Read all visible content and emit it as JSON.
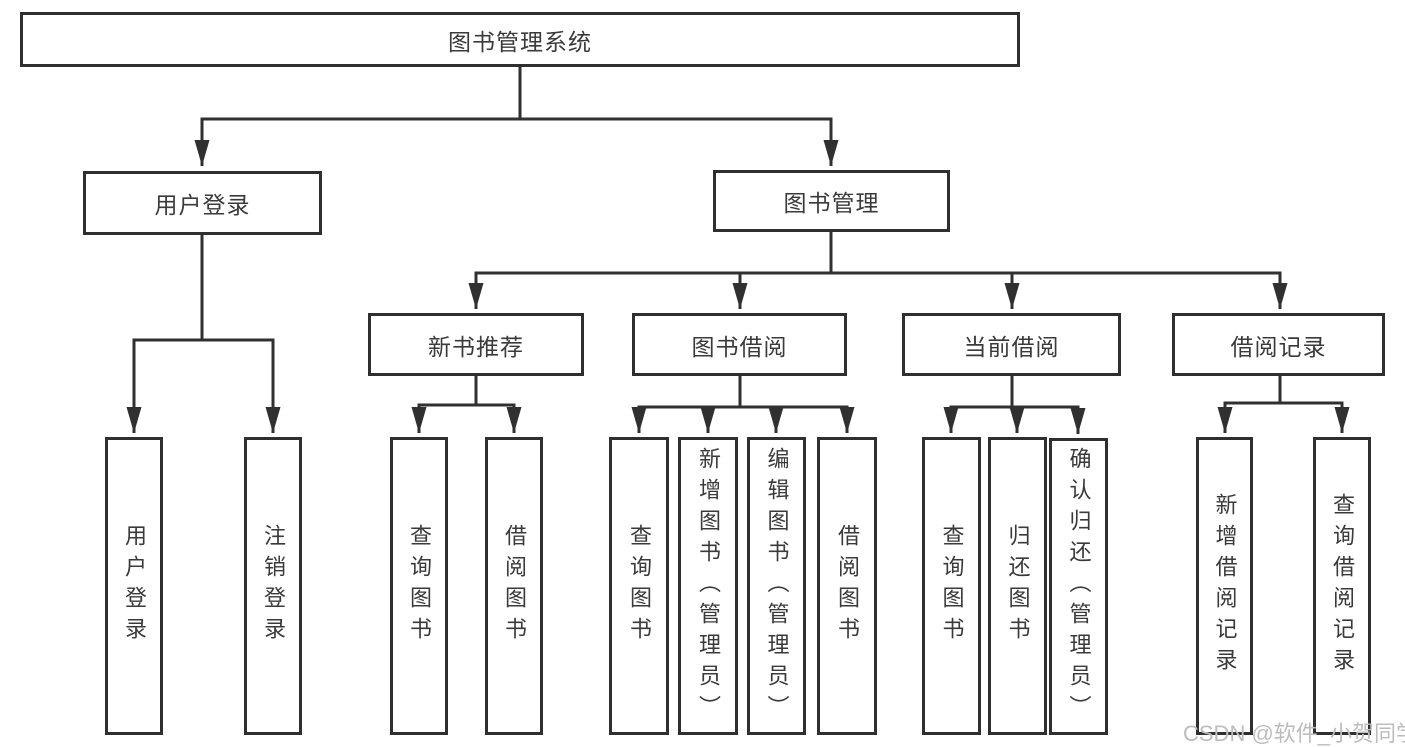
{
  "nodes": {
    "root": "图书管理系统",
    "user_login": "用户登录",
    "book_management": "图书管理",
    "new_book_recommend": "新书推荐",
    "book_borrow": "图书借阅",
    "current_borrow": "当前借阅",
    "borrow_record": "借阅记录",
    "leaf_user_login": "用户登录",
    "leaf_logout_login": "注销登录",
    "leaf_query_book_a": "查询图书",
    "leaf_borrow_book_a": "借阅图书",
    "leaf_query_book_b": "查询图书",
    "leaf_add_book_admin": "新增图书（管理员）",
    "leaf_edit_book_admin": "编辑图书（管理员）",
    "leaf_borrow_book_b": "借阅图书",
    "leaf_query_book_c": "查询图书",
    "leaf_return_book": "归还图书",
    "leaf_confirm_return_admin": "确认归还（管理员）",
    "leaf_add_borrow_record": "新增借阅记录",
    "leaf_query_borrow_record": "查询借阅记录"
  },
  "watermark": "CSDN @软件_小贺同学",
  "colors": {
    "line": "#303030",
    "text": "#3a3a3a",
    "watermark": "#bdbdbd",
    "background": "#ffffff"
  }
}
